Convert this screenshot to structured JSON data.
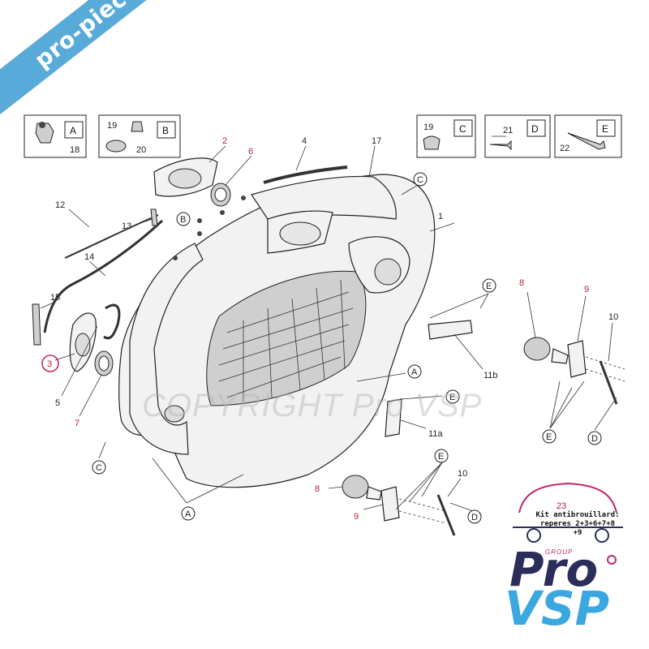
{
  "banner": {
    "text": "pro-piece-vsp.com"
  },
  "watermark": {
    "text": "COPYRIGHT Pro VSP"
  },
  "detail_boxes": [
    {
      "letter": "A",
      "parts": [
        "18"
      ]
    },
    {
      "letter": "B",
      "parts": [
        "19",
        "20"
      ]
    },
    {
      "letter": "C",
      "parts": [
        "19"
      ]
    },
    {
      "letter": "D",
      "parts": [
        "21"
      ]
    },
    {
      "letter": "E",
      "parts": [
        "22"
      ]
    }
  ],
  "part_labels": {
    "p1": "1",
    "p2": "2",
    "p3": "3",
    "p4": "4",
    "p5": "5",
    "p6": "6",
    "p7": "7",
    "p8a": "8",
    "p8b": "8",
    "p9a": "9",
    "p9b": "9",
    "p10a": "10",
    "p10b": "10",
    "p11a": "11a",
    "p11b": "11b",
    "p12": "12",
    "p13": "13",
    "p14": "14",
    "p15": "15",
    "p17": "17"
  },
  "callouts": {
    "a1": "A",
    "a2": "A",
    "b1": "B",
    "c1": "C",
    "c2": "C",
    "d1": "D",
    "d2": "D",
    "e1": "E",
    "e2": "E",
    "e3": "E",
    "e4": "E"
  },
  "kit": {
    "number": "23",
    "line1": "Kit antibrouillard:",
    "line2": "reperes 2+3+6+7+8",
    "line3": "+9"
  },
  "logo": {
    "group": "GROUP",
    "pro": "Pro",
    "vsp": "VSP"
  },
  "colors": {
    "highlight": "#b0203a",
    "banner": "#4aa3d6",
    "logo_dark": "#2b2d5b",
    "logo_light": "#3aa7e0",
    "logo_pink": "#c0286e"
  }
}
